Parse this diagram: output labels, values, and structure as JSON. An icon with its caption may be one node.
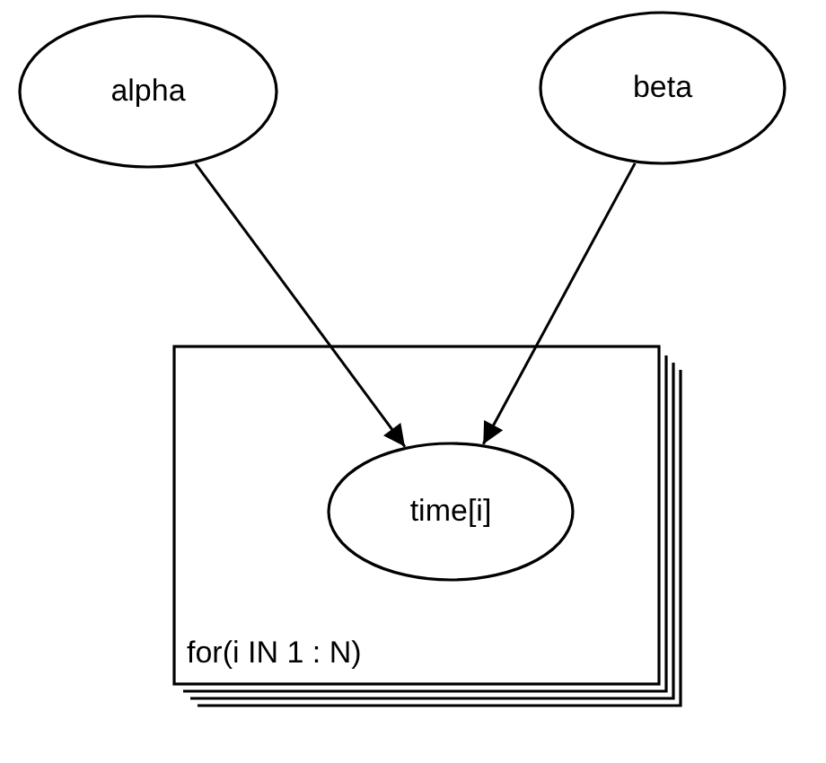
{
  "diagram": {
    "nodes": [
      {
        "text": [
          "alpha"
        ]
      },
      {
        "text": [
          "beta"
        ]
      },
      {
        "text": [
          "for(i IN 1 : N)"
        ]
      },
      {
        "text": [
          "time[i]"
        ],
        "in": 2
      }
    ],
    "edges": [
      {
        "from": 0,
        "to": 3,
        "arrow": "to"
      },
      {
        "from": 1,
        "to": 3,
        "arrow": "to"
      }
    ]
  }
}
